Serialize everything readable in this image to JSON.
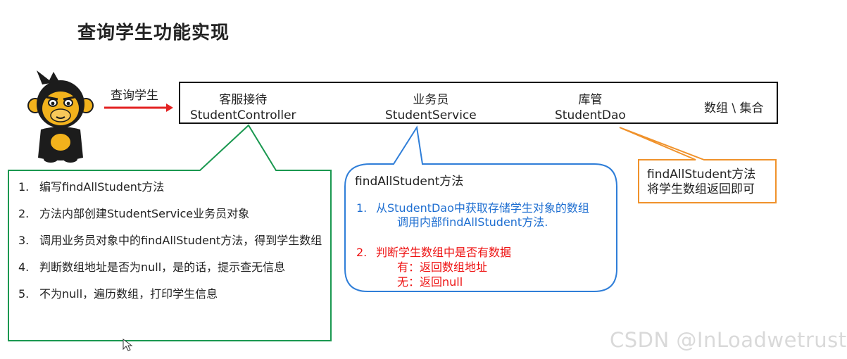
{
  "title": "查询学生功能实现",
  "arrow_label": "查询学生",
  "layers": [
    {
      "role": "客服接待",
      "name": "StudentController"
    },
    {
      "role": "业务员",
      "name": "StudentService"
    },
    {
      "role": "库管",
      "name": "StudentDao"
    }
  ],
  "data_store_label": "数组 \\ 集合",
  "controller_steps": [
    {
      "num": "1.",
      "text": "编写findAllStudent方法"
    },
    {
      "num": "2.",
      "text": "方法内部创建StudentService业务员对象"
    },
    {
      "num": "3.",
      "text": "调用业务员对象中的findAllStudent方法，得到学生数组"
    },
    {
      "num": "4.",
      "text": "判断数组地址是否为null，是的话，提示查无信息"
    },
    {
      "num": "5.",
      "text": "不为null，遍历数组，打印学生信息"
    }
  ],
  "service_box": {
    "title": "findAllStudent方法",
    "step1": {
      "num": "1.",
      "line1": "从StudentDao中获取存储学生对象的数组",
      "line2": "调用内部findAllStudent方法."
    },
    "step2": {
      "num": "2.",
      "line1": "判断学生数组中是否有数据",
      "line2": "有：返回数组地址",
      "line3": "无：返回null"
    }
  },
  "dao_box": {
    "line1": "findAllStudent方法",
    "line2": "将学生数组返回即可"
  },
  "watermark": "CSDN @InLoadwetrust",
  "colors": {
    "controller_callout": "#1a9850",
    "service_callout": "#2f7ed8",
    "dao_callout": "#f0922b",
    "blue_text": "#1f6fd1",
    "red_text": "#ee1111",
    "arrow": "#e32222"
  }
}
